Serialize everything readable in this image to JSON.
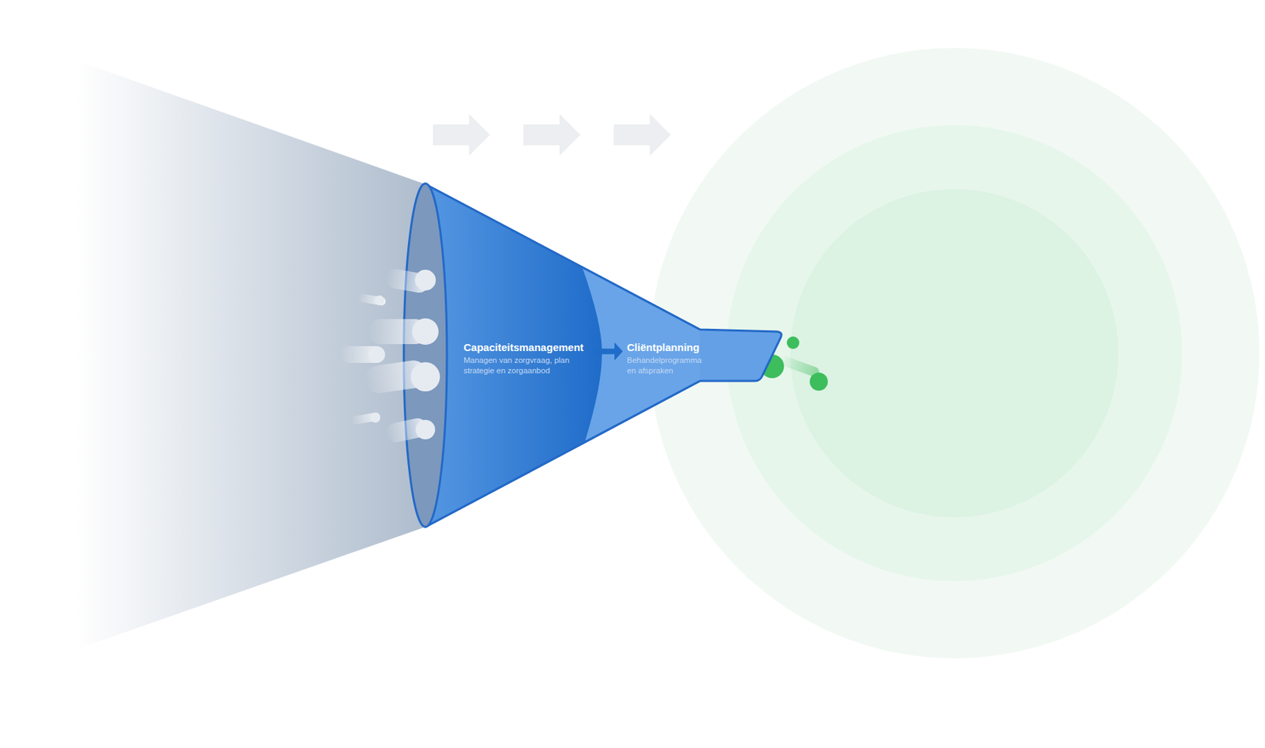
{
  "diagram": {
    "nodes": [
      {
        "text": [
          "Capaciteitsmanagement",
          "Managen van zorgvraag, plan strategie en zorgaanbod"
        ]
      },
      {
        "text": [
          "Cliëntplanning",
          "Behandelprogramma en afspraken"
        ]
      }
    ],
    "edges": [
      {
        "from": 0,
        "to": 1,
        "arrow": "to"
      }
    ]
  }
}
